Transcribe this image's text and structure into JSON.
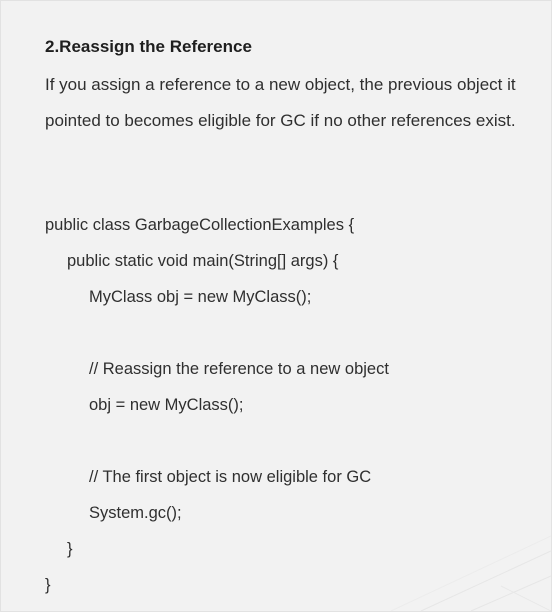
{
  "section": {
    "title": "2.Reassign the Reference",
    "paragraph": "If you assign a reference to a new object, the previous object it pointed to becomes eligible for GC if no other references exist."
  },
  "code": {
    "lines": [
      "public class GarbageCollectionExamples {",
      "public static void main(String[] args) {",
      "MyClass obj = new MyClass();",
      "// Reassign the reference to a new object",
      "obj = new MyClass();",
      "// The first object is now eligible for GC",
      "System.gc();",
      "}",
      "}"
    ]
  },
  "colors": {
    "background": "#f2f2f2",
    "text": "#2f2f2f",
    "title": "#1f1f1f"
  }
}
